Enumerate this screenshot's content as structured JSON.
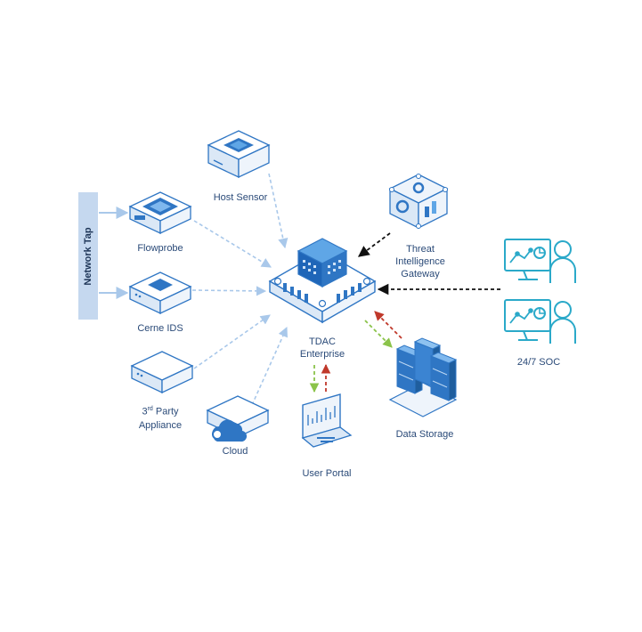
{
  "nodes": {
    "network_tap": "Network Tap",
    "host_sensor": "Host Sensor",
    "flowprobe": "Flowprobe",
    "cerne_ids": "Cerne IDS",
    "third_party": {
      "number": "3",
      "sup": "rd",
      "line1_rest": " Party",
      "line2": "Appliance"
    },
    "cloud": "Cloud",
    "tdac": {
      "line1": "TDAC",
      "line2": "Enterprise"
    },
    "threat_gateway": {
      "line1": "Threat",
      "line2": "Intelligence",
      "line3": "Gateway"
    },
    "soc": "24/7 SOC",
    "data_storage": "Data Storage",
    "user_portal": "User Portal"
  },
  "colors": {
    "primary_blue": "#2f76c4",
    "light_blue_link": "#a9c8ea",
    "teal_soc": "#2aa9c9",
    "arrow_black": "#111111",
    "arrow_green": "#8bc34a",
    "arrow_red": "#c0392b",
    "label_text": "#2a4a78",
    "tap_bar": "#c5d8ef"
  }
}
